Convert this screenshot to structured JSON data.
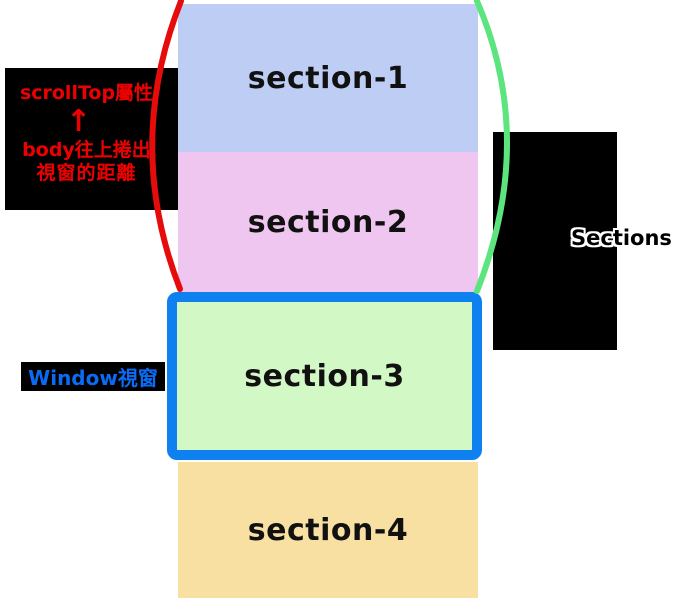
{
  "sections": [
    {
      "label": "section-1",
      "color": "#bdcdf4"
    },
    {
      "label": "section-2",
      "color": "#efc6f0"
    },
    {
      "label": "section-3",
      "color": "#d2f8c5"
    },
    {
      "label": "section-4",
      "color": "#f8dfa2"
    }
  ],
  "annotations": {
    "scrolltop": {
      "title": "scrollTop屬性",
      "arrow": "↑",
      "desc_line1": "body往上捲出",
      "desc_line2": "視窗的距離",
      "text_color": "#ee0000"
    },
    "window": {
      "label": "Window視窗",
      "text_color": "#0a6cf5"
    },
    "sections_group": {
      "label": "Sections"
    }
  },
  "colors": {
    "window_border": "#0f80f0",
    "red_curve": "#e60c0c",
    "green_curve": "#5ce57f",
    "label_box_bg": "#000000"
  }
}
